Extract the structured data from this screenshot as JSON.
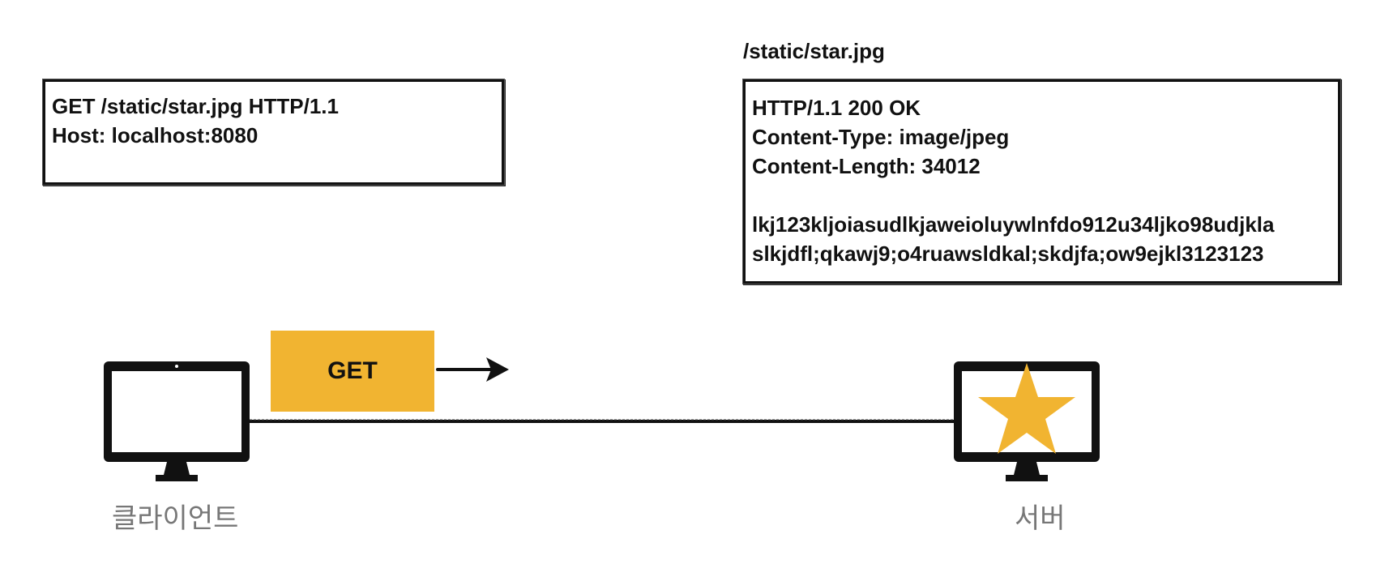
{
  "request": {
    "lines": [
      "GET /static/star.jpg HTTP/1.1",
      "Host: localhost:8080"
    ]
  },
  "response": {
    "title": "/static/star.jpg",
    "lines": [
      "HTTP/1.1 200 OK",
      "Content-Type: image/jpeg",
      "Content-Length: 34012",
      "",
      "lkj123kljoiasudlkjaweioluywlnfdo912u34ljko98udjkla",
      "slkjdfl;qkawj9;o4ruawsldkal;skdjfa;ow9ejkl3123123"
    ]
  },
  "message": {
    "method": "GET",
    "color": "#f1b431"
  },
  "client": {
    "label": "클라이언트",
    "icon": "monitor-icon"
  },
  "server": {
    "label": "서버",
    "icon": "monitor-icon",
    "content_icon": "star-icon",
    "star_color": "#f1b431"
  }
}
